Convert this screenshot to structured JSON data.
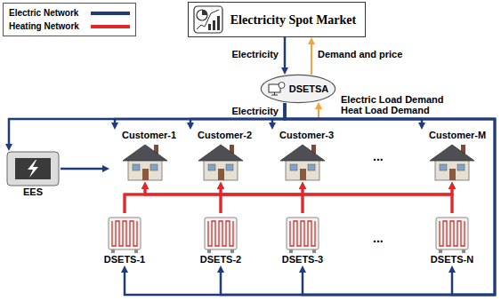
{
  "diagram": {
    "nodes": [
      {
        "text": [
          "Electricity Spot Market"
        ]
      },
      {
        "text": [
          "DSETSA"
        ]
      },
      {
        "text": [
          "Customer-1"
        ]
      },
      {
        "text": [
          "Customer-2"
        ]
      },
      {
        "text": [
          "Customer-3"
        ]
      },
      {
        "text": [
          "Customer-M"
        ]
      },
      {
        "text": [
          "EES"
        ]
      },
      {
        "text": [
          "DSETS-1"
        ]
      },
      {
        "text": [
          "DSETS-2"
        ]
      },
      {
        "text": [
          "DSETS-3"
        ]
      },
      {
        "text": [
          "DSETS-N"
        ]
      }
    ],
    "edges": [
      {
        "from": 0,
        "to": 1,
        "arrow": "to",
        "label": "Electricity"
      },
      {
        "from": 1,
        "to": 0,
        "arrow": "to",
        "label": "Demand and price"
      },
      {
        "from": 1,
        "to": 2,
        "arrow": "to"
      },
      {
        "from": 1,
        "to": 3,
        "arrow": "to"
      },
      {
        "from": 1,
        "to": 4,
        "arrow": "to"
      },
      {
        "from": 1,
        "to": 5,
        "arrow": "to"
      },
      {
        "from": 1,
        "to": 6,
        "arrow": "to"
      },
      {
        "from": 1,
        "to": 7,
        "arrow": "to"
      },
      {
        "from": 1,
        "to": 8,
        "arrow": "to"
      },
      {
        "from": 1,
        "to": 9,
        "arrow": "to"
      },
      {
        "from": 1,
        "to": 10,
        "arrow": "to"
      },
      {
        "from": 6,
        "to": 2,
        "arrow": "to"
      },
      {
        "from": 7,
        "to": 2,
        "arrow": "to"
      },
      {
        "from": 7,
        "to": 3,
        "arrow": "to"
      },
      {
        "from": 7,
        "to": 4,
        "arrow": "to"
      },
      {
        "from": 7,
        "to": 5,
        "arrow": "to"
      },
      {
        "from": 8,
        "to": 2,
        "arrow": "to"
      },
      {
        "from": 8,
        "to": 3,
        "arrow": "to"
      },
      {
        "from": 8,
        "to": 4,
        "arrow": "to"
      },
      {
        "from": 8,
        "to": 5,
        "arrow": "to"
      },
      {
        "from": 9,
        "to": 2,
        "arrow": "to"
      },
      {
        "from": 9,
        "to": 3,
        "arrow": "to"
      },
      {
        "from": 9,
        "to": 4,
        "arrow": "to"
      },
      {
        "from": 9,
        "to": 5,
        "arrow": "to"
      },
      {
        "from": 10,
        "to": 2,
        "arrow": "to"
      },
      {
        "from": 10,
        "to": 3,
        "arrow": "to"
      },
      {
        "from": 10,
        "to": 4,
        "arrow": "to"
      },
      {
        "from": 10,
        "to": 5,
        "arrow": "to"
      }
    ],
    "labels": [
      "Electricity",
      "Electric Load Demand",
      "Heat Load Demand",
      "...",
      "..."
    ],
    "legend": [
      {
        "text": "Electric Network"
      },
      {
        "text": "Heating Network"
      }
    ]
  }
}
